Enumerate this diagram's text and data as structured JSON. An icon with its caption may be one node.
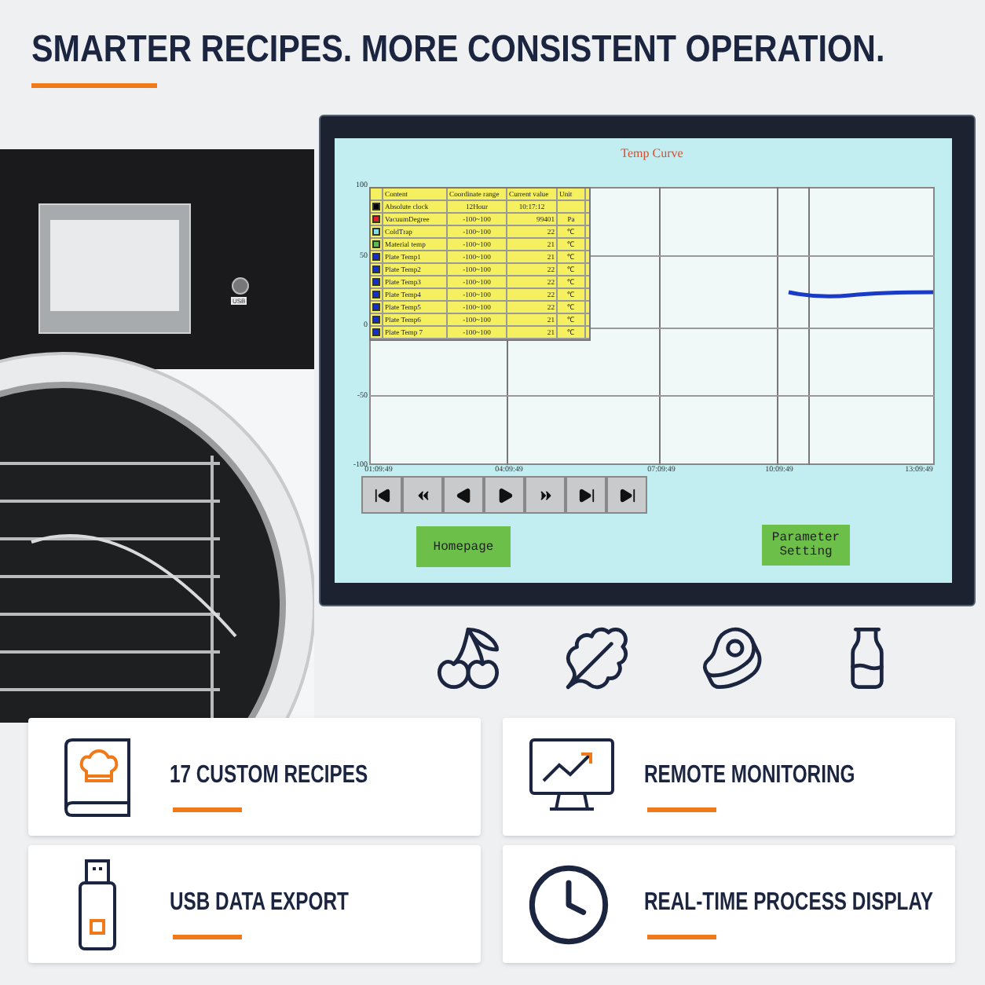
{
  "diagram": {
    "title": "SMARTER RECIPES. MORE CONSISTENT OPERATION.",
    "nodes": [
      {
        "text": [
          "Homepage"
        ]
      },
      {
        "text": [
          "Parameter Setting"
        ]
      },
      {
        "text": [
          "17 CUSTOM RECIPES"
        ]
      },
      {
        "text": [
          "REMOTE MONITORING"
        ]
      },
      {
        "text": [
          "USB DATA EXPORT"
        ]
      },
      {
        "text": [
          "REAL-TIME PROCESS DISPLAY"
        ]
      }
    ],
    "labels": [
      "USB",
      "Temp Curve",
      "Content",
      "Coordinate range",
      "Current value",
      "Unit",
      "Absolute clock",
      "12Hour",
      "10:17:12",
      "VacuumDegree",
      "-100~100",
      "99401",
      "Pa",
      "ColdTrap",
      "-100~100",
      "22",
      "℃",
      "Material temp",
      "-100~100",
      "21",
      "℃",
      "Plate Temp1",
      "-100~100",
      "21",
      "℃",
      "Plate Temp2",
      "-100~100",
      "22",
      "℃",
      "Plate Temp3",
      "-100~100",
      "22",
      "℃",
      "Plate Temp4",
      "-100~100",
      "22",
      "℃",
      "Plate Temp5",
      "-100~100",
      "22",
      "℃",
      "Plate Temp6",
      "-100~100",
      "21",
      "℃",
      "Plate Temp 7",
      "-100~100",
      "21",
      "℃",
      "100",
      "50",
      "0",
      "-50",
      "-100",
      "01:09:49",
      "04:09:49",
      "07:09:49",
      "10:09:49",
      "13:09:49"
    ]
  }
}
